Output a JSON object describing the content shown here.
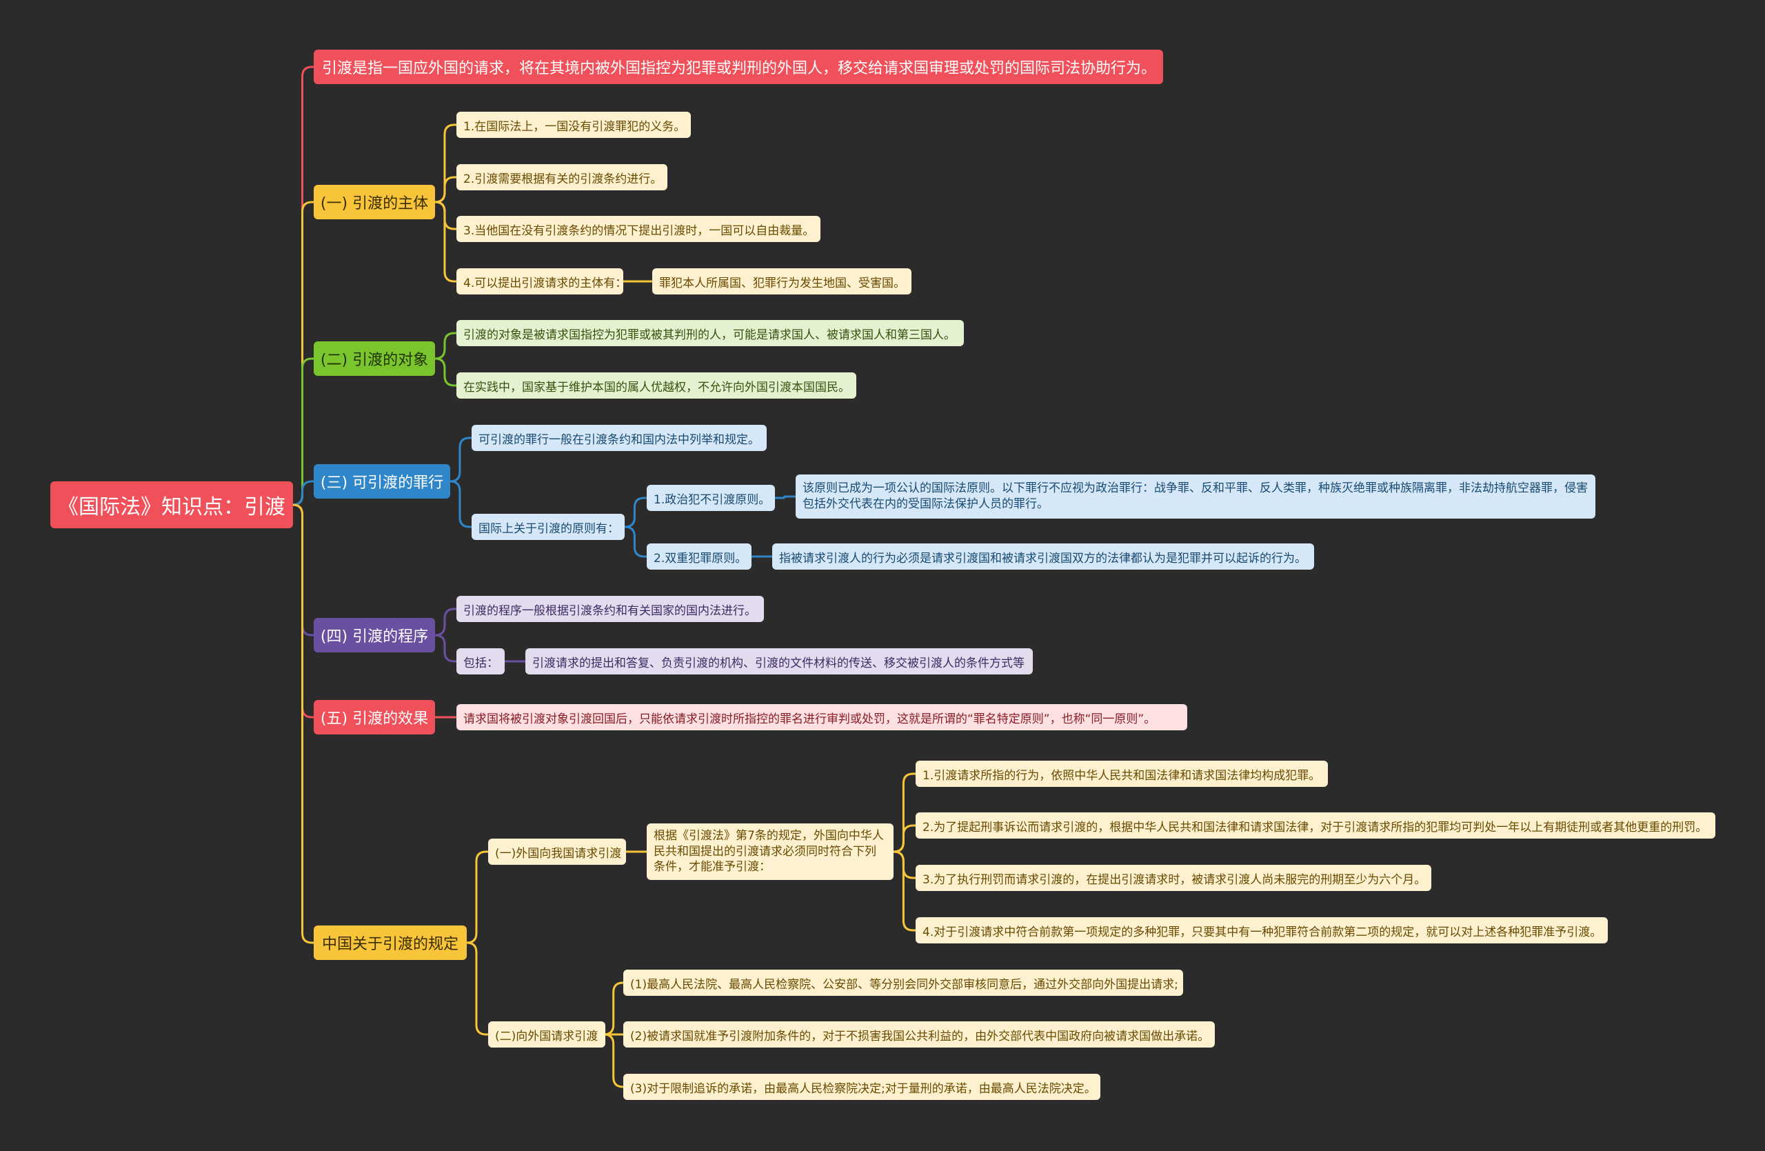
{
  "root": {
    "title": "《国际法》知识点：引渡"
  },
  "definition": "引渡是指一国应外国的请求，将在其境内被外国指控为犯罪或判刑的外国人，移交给请求国审理或处罚的国际司法协助行为。",
  "branches": {
    "subject": {
      "label": "(一) 引渡的主体",
      "items": [
        "1.在国际法上，一国没有引渡罪犯的义务。",
        "2.引渡需要根据有关的引渡条约进行。",
        "3.当他国在没有引渡条约的情况下提出引渡时，一国可以自由裁量。",
        "4.可以提出引渡请求的主体有："
      ],
      "item4_detail": "罪犯本人所属国、犯罪行为发生地国、受害国。"
    },
    "object": {
      "label": "(二) 引渡的对象",
      "items": [
        "引渡的对象是被请求国指控为犯罪或被其判刑的人，可能是请求国人、被请求国人和第三国人。",
        "在实践中，国家基于维护本国的属人优越权，不允许向外国引渡本国国民。"
      ]
    },
    "crimes": {
      "label": "(三) 可引渡的罪行",
      "items": [
        "可引渡的罪行一般在引渡条约和国内法中列举和规定。",
        "国际上关于引渡的原则有："
      ],
      "principles": [
        {
          "label": "1.政治犯不引渡原则。",
          "detail": "该原则已成为一项公认的国际法原则。以下罪行不应视为政治罪行：战争罪、反和平罪、反人类罪，种族灭绝罪或种族隔离罪，非法劫持航空器罪，侵害包括外交代表在内的受国际法保护人员的罪行。"
        },
        {
          "label": "2.双重犯罪原则。",
          "detail": "指被请求引渡人的行为必须是请求引渡国和被请求引渡国双方的法律都认为是犯罪并可以起诉的行为。"
        }
      ]
    },
    "procedure": {
      "label": "(四) 引渡的程序",
      "items": [
        "引渡的程序一般根据引渡条约和有关国家的国内法进行。",
        "包括："
      ],
      "include_detail": "引渡请求的提出和答复、负责引渡的机构、引渡的文件材料的传送、移交被引渡人的条件方式等"
    },
    "effect": {
      "label": "(五) 引渡的效果",
      "items": [
        "请求国将被引渡对象引渡回国后，只能依请求引渡时所指控的罪名进行审判或处罚，这就是所谓的“罪名特定原则”，也称“同一原则”。"
      ]
    },
    "china": {
      "label": "中国关于引渡的规定",
      "inbound": {
        "label": "(一)外国向我国请求引渡",
        "basis": "根据《引渡法》第7条的规定，外国向中华人民共和国提出的引渡请求必须同时符合下列条件，才能准予引渡：",
        "conditions": [
          "1.引渡请求所指的行为，依照中华人民共和国法律和请求国法律均构成犯罪。",
          "2.为了提起刑事诉讼而请求引渡的，根据中华人民共和国法律和请求国法律，对于引渡请求所指的犯罪均可判处一年以上有期徒刑或者其他更重的刑罚。",
          "3.为了执行刑罚而请求引渡的，在提出引渡请求时，被请求引渡人尚未服完的刑期至少为六个月。",
          "4.对于引渡请求中符合前款第一项规定的多种犯罪，只要其中有一种犯罪符合前款第二项的规定，就可以对上述各种犯罪准予引渡。"
        ]
      },
      "outbound": {
        "label": "(二)向外国请求引渡",
        "items": [
          "(1)最高人民法院、最高人民检察院、公安部、等分别会同外交部审核同意后，通过外交部向外国提出请求;",
          "(2)被请求国就准予引渡附加条件的，对于不损害我国公共利益的，由外交部代表中国政府向被请求国做出承诺。",
          "(3)对于限制追诉的承诺，由最高人民检察院决定;对于量刑的承诺，由最高人民法院决定。"
        ]
      }
    }
  },
  "colors": {
    "background": "#2b2b2b",
    "red": "#f0505a",
    "yellow": "#f8c53a",
    "green": "#7ac52e",
    "blue": "#2f86c8",
    "purple": "#6b4fa0"
  }
}
